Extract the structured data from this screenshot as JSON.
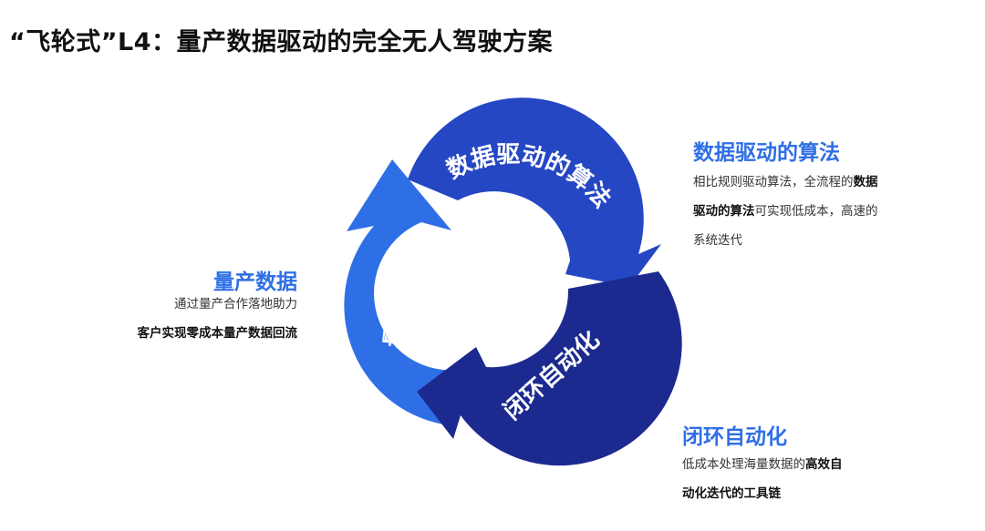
{
  "title": "“飞轮式”L4：量产数据驱动的完全无人驾驶方案",
  "colors": {
    "accent_blue": "#2f6fe6",
    "segment_top": "#2547c4",
    "segment_left": "#2f6fe6",
    "segment_right": "#1c2a8f"
  },
  "cycle": {
    "segments": [
      {
        "label": "数据驱动的算法"
      },
      {
        "label": "闭环自动化"
      },
      {
        "label": "量产数据"
      }
    ]
  },
  "left_block": {
    "title": "量产数据",
    "lines": [
      [
        {
          "text": "通过量产合作落地助力",
          "bold": false
        }
      ],
      [
        {
          "text": "客户实现零成本量产数据回流",
          "bold": true
        }
      ]
    ]
  },
  "top_right_block": {
    "title": "数据驱动的算法",
    "lines": [
      [
        {
          "text": "相比规则驱动算法，全流程的",
          "bold": false
        },
        {
          "text": "数据",
          "bold": true
        }
      ],
      [
        {
          "text": "驱动的算法",
          "bold": true
        },
        {
          "text": "可实现低成本，高速的",
          "bold": false
        }
      ],
      [
        {
          "text": "系统迭代",
          "bold": false
        }
      ]
    ]
  },
  "bottom_right_block": {
    "title": "闭环自动化",
    "lines": [
      [
        {
          "text": "低成本处理海量数据的",
          "bold": false
        },
        {
          "text": "高效自",
          "bold": true
        }
      ],
      [
        {
          "text": "动化迭代的工具链",
          "bold": true
        }
      ]
    ]
  }
}
